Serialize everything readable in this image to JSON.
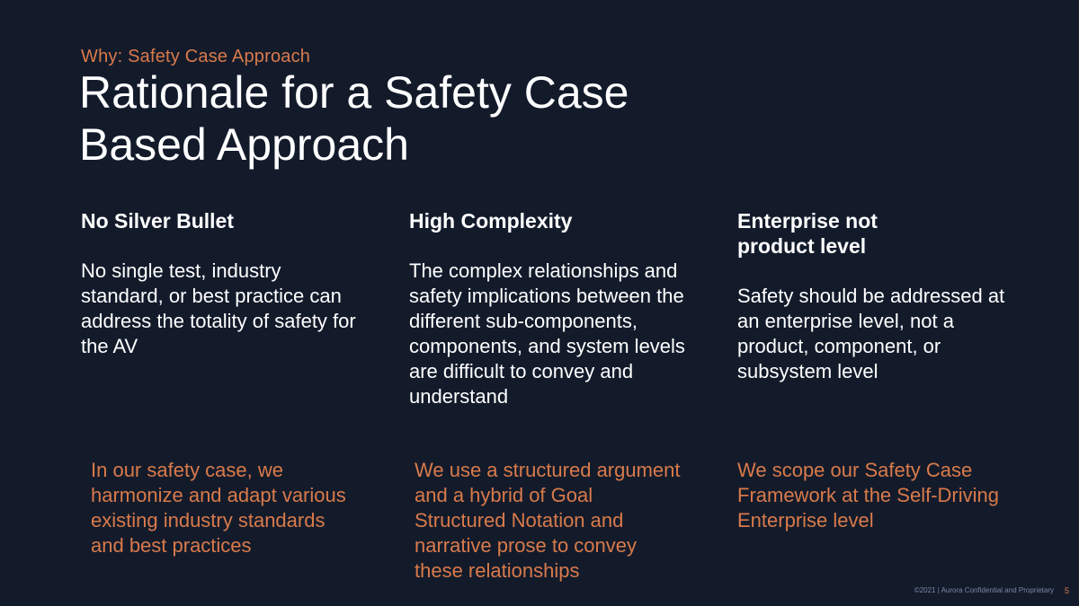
{
  "slide": {
    "kicker": "Why: Safety Case Approach",
    "title": "Rationale for a Safety Case Based Approach",
    "columns": [
      {
        "heading": "No Silver Bullet",
        "body": "No single test, industry standard, or best practice can address the totality of safety for the AV",
        "accent": "In our safety case, we harmonize and adapt various existing industry standards and best practices"
      },
      {
        "heading": "High Complexity",
        "body": "The complex relationships and safety implications between the different sub-components, components, and system levels are difficult to convey and understand",
        "accent": "We use a structured argument and a hybrid of Goal Structured Notation and narrative prose to convey these relationships"
      },
      {
        "heading": "Enterprise not\nproduct level",
        "body": "Safety should be addressed at an enterprise level, not a product, component, or subsystem level",
        "accent": "We scope our Safety Case Framework at the Self-Driving Enterprise level"
      }
    ],
    "footer": "©2021 | Aurora Confidential and Proprietary",
    "page_number": "5"
  },
  "colors": {
    "background": "#131b2b",
    "accent": "#d97a4a",
    "text": "#ffffff"
  }
}
